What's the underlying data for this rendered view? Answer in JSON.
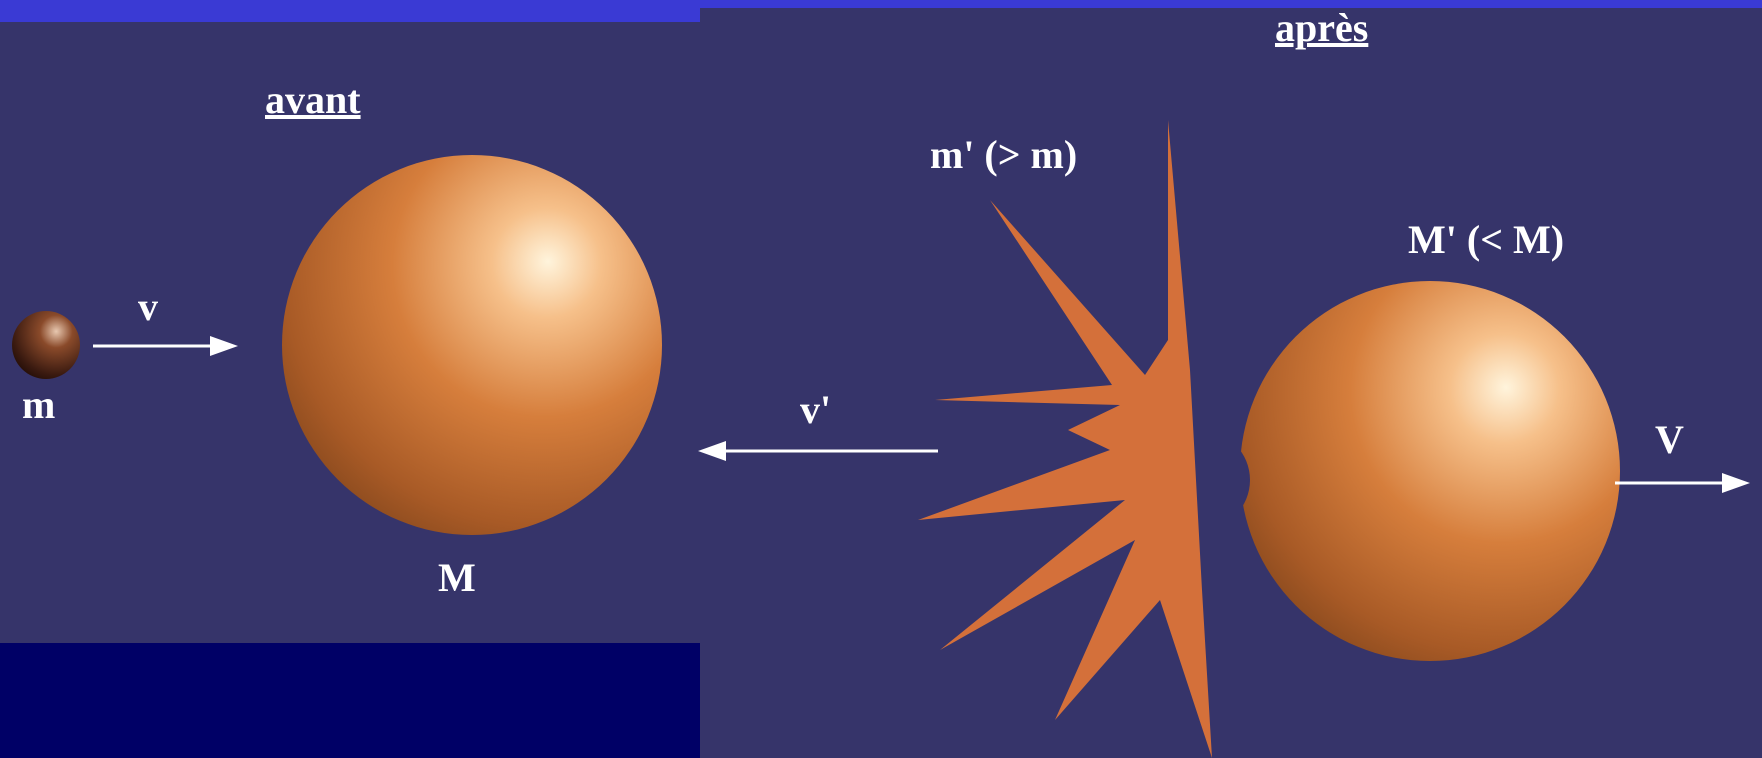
{
  "diagram": {
    "before": {
      "title": "avant",
      "small_mass_label": "m",
      "velocity_label": "v",
      "large_mass_label": "M"
    },
    "after": {
      "title": "après",
      "ejecta_label": "m' (> m)",
      "ejecta_velocity_label": "v'",
      "remnant_label": "M'  (< M)",
      "remnant_velocity_label": "V"
    }
  },
  "colors": {
    "background": "#36346a",
    "top_band": "#3a3ad4",
    "bottom_band": "#000066",
    "sphere": "#d77b3a",
    "ejecta": "#d4703a",
    "text": "#ffffff"
  }
}
